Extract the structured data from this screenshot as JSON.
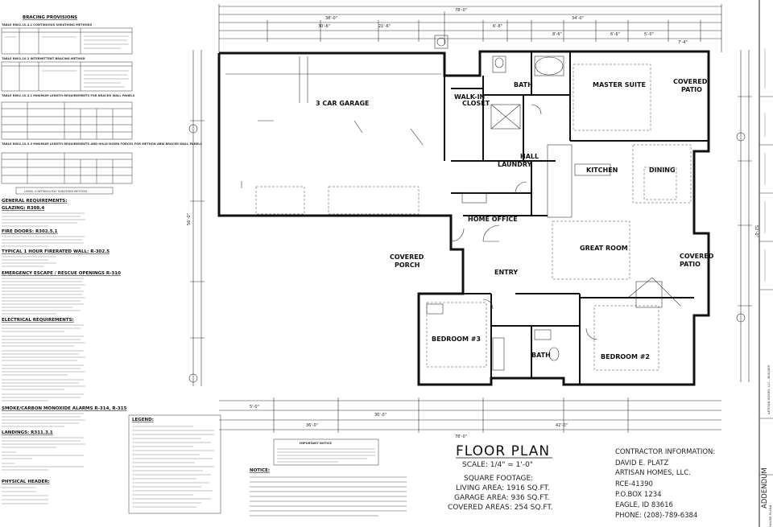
{
  "tables": {
    "bracing_provisions": "BRACING PROVISIONS",
    "t1_title": "TABLE R602.10.4.1 CONTINUOUS SHEATHING METHODS",
    "t2_title": "TABLE R602.10.2 INTERMITTENT BRACING METHOD",
    "t3_title": "TABLE R602.10.3.1 MINIMUM LENGTH REQUIREMENTS FOR BRACED WALL PANELS",
    "t4_title": "TABLE R602.10.3.3 MINIMUM LENGTH REQUIREMENTS AND HOLD-DOWN FORCES FOR METHOD ABW BRACED WALL PANELS",
    "continuous_note": "USING CONTINUOUSLY SHEATHED METHOD"
  },
  "requirements": {
    "general": "GENERAL REQUIREMENTS:",
    "glazing": "GLAZING: R308.4",
    "fire_doors": "FIRE DOORS: R302.5.1",
    "typical_wall": "TYPICAL 1 HOUR FIRERATED WALL: R-302.5",
    "emergency": "EMERGENCY ESCAPE / RESCUE OPENINGS R-310",
    "electrical": "ELECTRICAL REQUIREMENTS:",
    "smoke": "SMOKE/CARBON MONOXIDE ALARMS R-314, R-315",
    "landings": "LANDINGS: R311.3.1",
    "physical": "PHYSICAL HEADER:"
  },
  "rooms": {
    "garage": "3 CAR GARAGE",
    "walkin": "WALK-IN",
    "closet": "CLOSET",
    "bath_master": "BATH",
    "master_suite": "MASTER SUITE",
    "covered_patio_top": "COVERED",
    "patio_top": "PATIO",
    "laundry": "LAUNDRY",
    "hall": "HALL",
    "kitchen": "KITCHEN",
    "dining": "DINING",
    "home_office": "HOME OFFICE",
    "great_room": "GREAT ROOM",
    "covered_porch": "COVERED",
    "porch": "PORCH",
    "entry": "ENTRY",
    "covered_patio_right": "COVERED",
    "patio_right": "PATIO",
    "bedroom3": "BEDROOM #3",
    "bath2": "BATH",
    "bedroom2": "BEDROOM #2"
  },
  "dimensions": {
    "overall_top": "78'-0\"",
    "top_left": "38'-0\"",
    "top_right": "34'-0\"",
    "bottom_overall": "78'-0\"",
    "bottom_a": "36'-0\"",
    "bottom_b": "42'-0\"",
    "bottom_c": "5'-0\"",
    "bottom_d": "30'-0\"",
    "left_overall": "56'-0\"",
    "right_overall": "52'-0\"",
    "top_d1": "30'-6\"",
    "top_d2": "21'-6\"",
    "top_d3": "6'-8\"",
    "top_d4": "8'-6\"",
    "top_d5": "6'-6\"",
    "top_d6": "5'-0\"",
    "top_d7": "7'-4\""
  },
  "legend": {
    "title": "LEGEND:",
    "important_title": "IMPORTANT NOTICE",
    "notice_title": "NOTICE:"
  },
  "title_block": {
    "title": "FLOOR PLAN",
    "scale": "SCALE: 1/4\" = 1'-0\"",
    "sq_title": "SQUARE FOOTAGE:",
    "living": "LIVING AREA: 1916 SQ.FT.",
    "garage": "GARAGE AREA: 936 SQ.FT.",
    "covered": "COVERED AREAS: 254 SQ.FT."
  },
  "contractor": {
    "heading": "CONTRACTOR INFORMATION:",
    "name": "DAVID E. PLATZ",
    "company": "ARTISAN HOMES, LLC.",
    "license": "RCE-41390",
    "pobox": "P.O.BOX 1234",
    "city": "EAGLE, ID 83616",
    "phone": "PHONE: (208)-789-6384"
  },
  "sidebar": {
    "addendum": "ADDENDUM",
    "builder": "ARTISAN HOMES, LLC - BUILDER",
    "house": "HOUSE PLAN#"
  }
}
